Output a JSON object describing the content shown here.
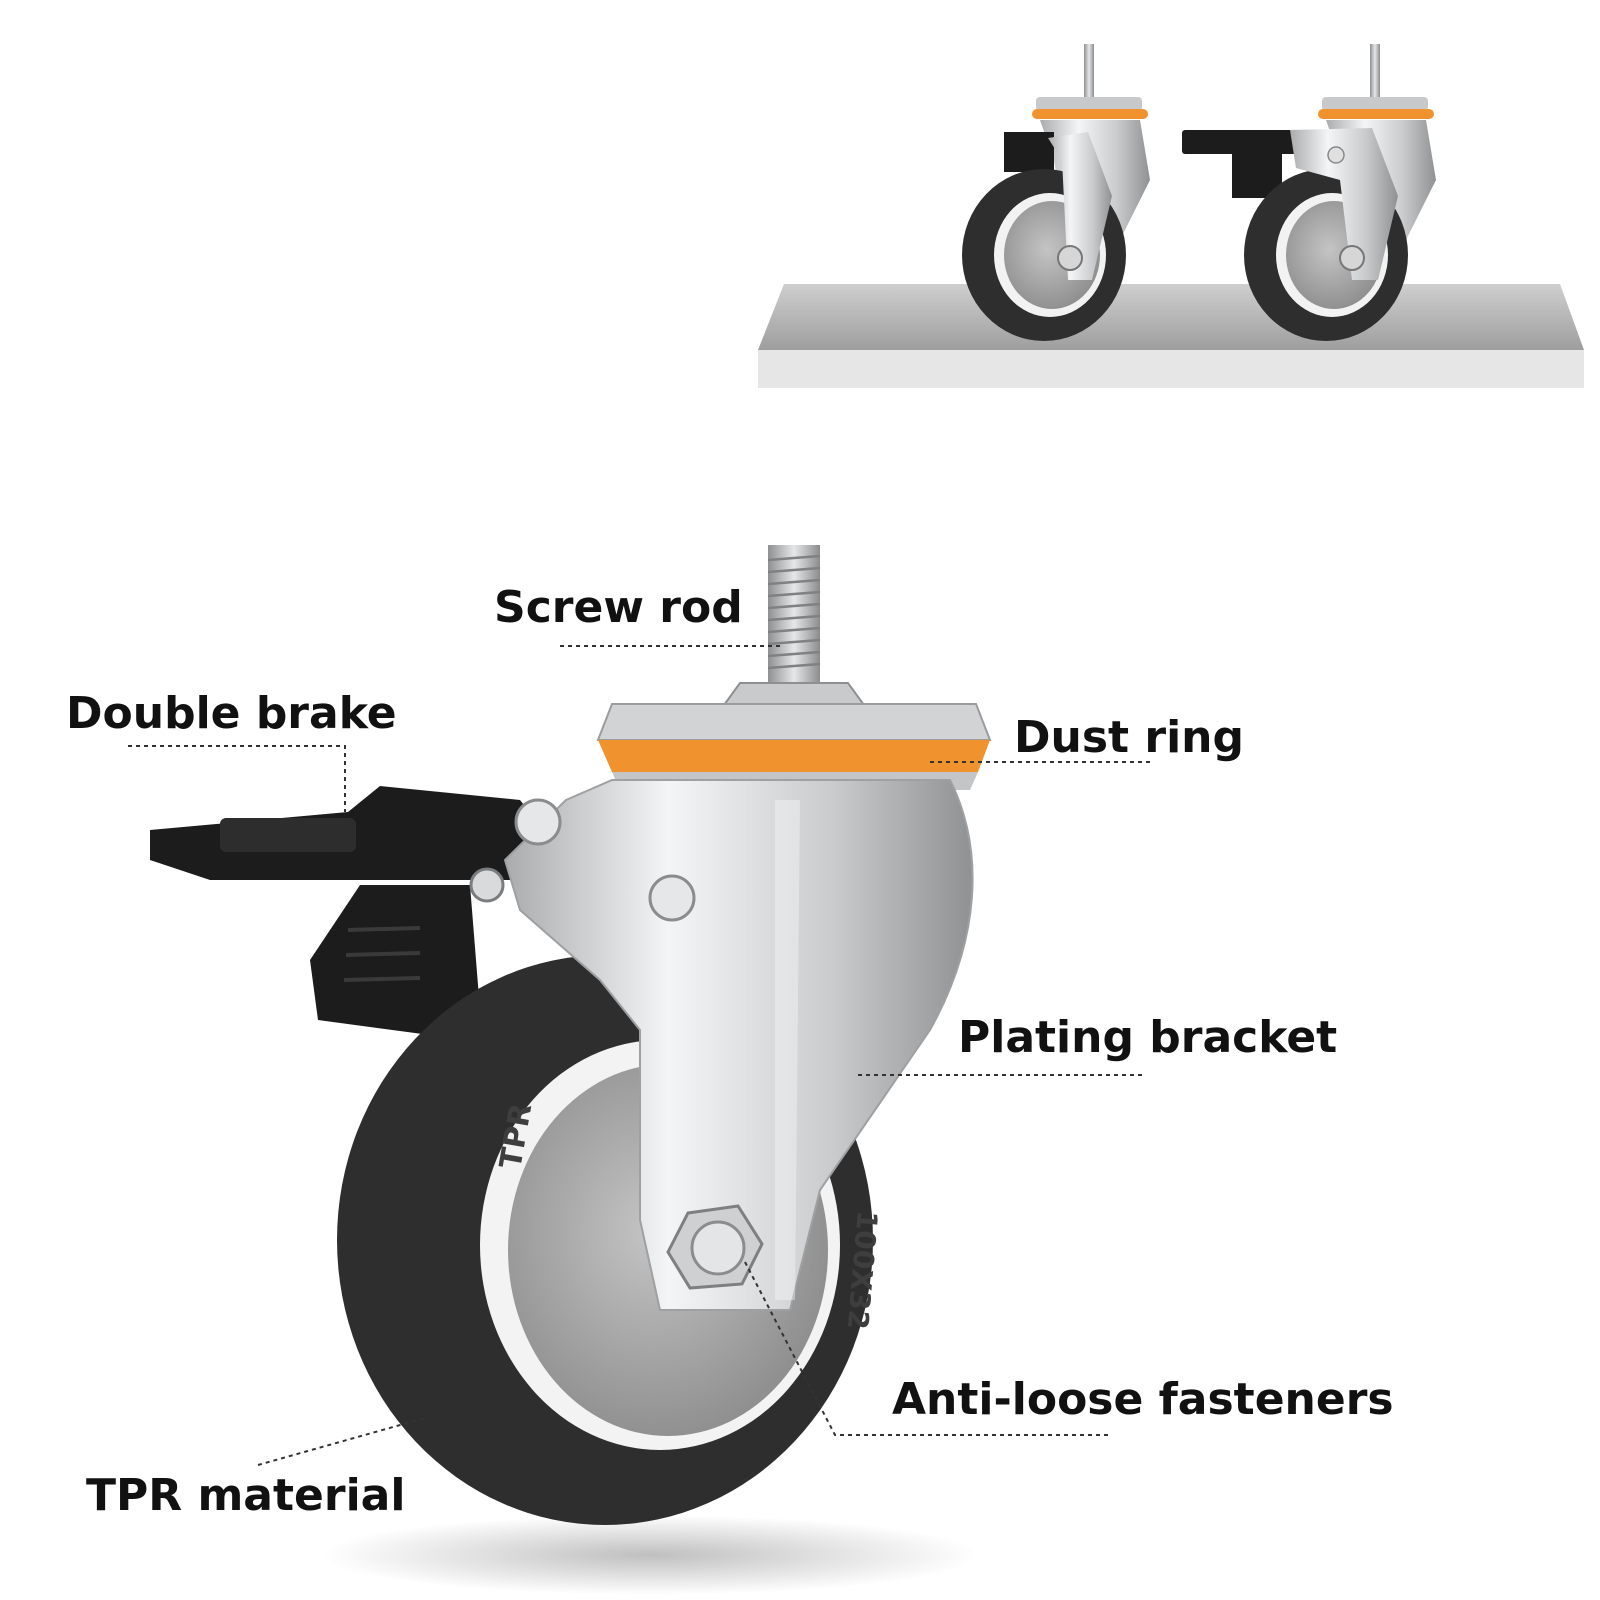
{
  "labels": {
    "screw_rod": "Screw rod",
    "double_brake": "Double brake",
    "dust_ring": "Dust ring",
    "plating_bracket": "Plating bracket",
    "anti_loose_fasteners": "Anti-loose fasteners",
    "tpr_material": "TPR material"
  },
  "tire_text": {
    "side_left": "TPR",
    "side_right": "100X32"
  },
  "colors": {
    "background": "#ffffff",
    "dust_ring": "#f0922e",
    "tire": "#2e2e2e",
    "rim": "#9a9a9a",
    "bracket": "#d9dadb",
    "brake": "#1c1c1c",
    "shelf_top": "#b8b8b8",
    "shelf_front": "#e4e4e4",
    "label_text": "#111111"
  },
  "icons": [
    "caster-wheel-with-brake",
    "caster-wheel",
    "shelf"
  ]
}
